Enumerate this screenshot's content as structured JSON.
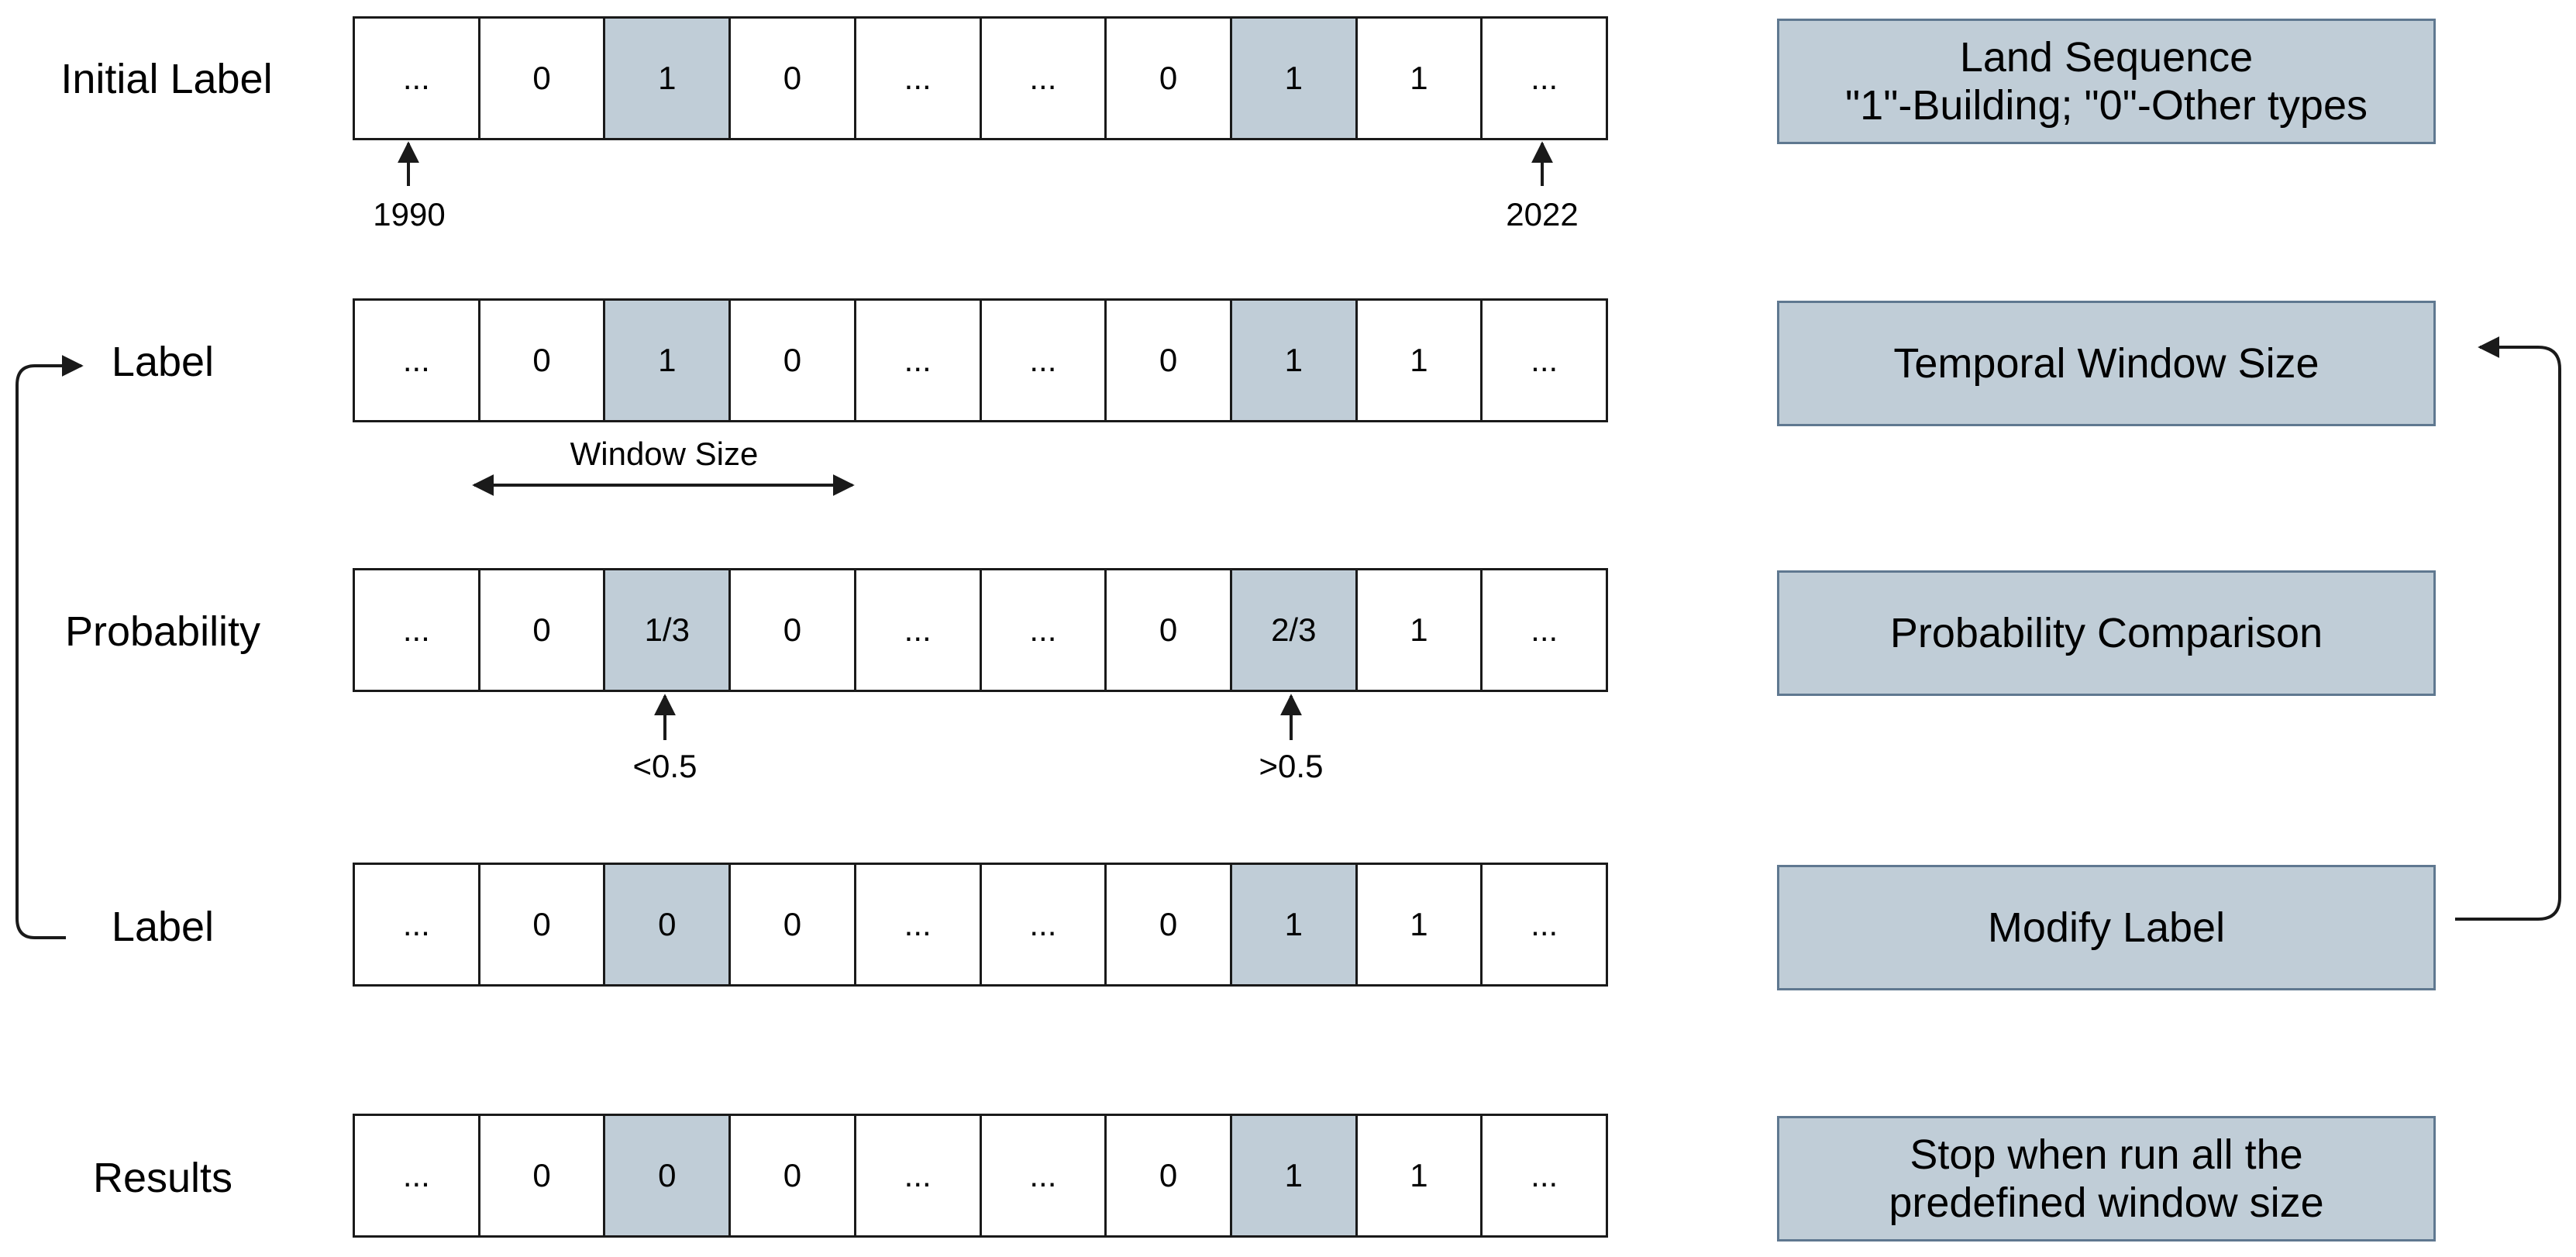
{
  "rows": [
    {
      "label": "Initial Label",
      "cells": [
        "...",
        "0",
        "1",
        "0",
        "...",
        "...",
        "0",
        "1",
        "1",
        "..."
      ]
    },
    {
      "label": "Label",
      "cells": [
        "...",
        "0",
        "1",
        "0",
        "...",
        "...",
        "0",
        "1",
        "1",
        "..."
      ]
    },
    {
      "label": "Probability",
      "cells": [
        "...",
        "0",
        "1/3",
        "0",
        "...",
        "...",
        "0",
        "2/3",
        "1",
        "..."
      ]
    },
    {
      "label": "Label",
      "cells": [
        "...",
        "0",
        "0",
        "0",
        "...",
        "...",
        "0",
        "1",
        "1",
        "..."
      ]
    },
    {
      "label": "Results",
      "cells": [
        "...",
        "0",
        "0",
        "0",
        "...",
        "...",
        "0",
        "1",
        "1",
        "..."
      ]
    }
  ],
  "highlight_cell_indices": [
    2,
    7
  ],
  "annotations": {
    "start_year": "1990",
    "end_year": "2022",
    "window_size": "Window Size",
    "less_than": "<0.5",
    "greater_than": ">0.5"
  },
  "side_boxes": [
    {
      "lines": [
        "Land Sequence",
        "\"1\"-Building; \"0\"-Other types"
      ]
    },
    {
      "lines": [
        "Temporal Window Size"
      ]
    },
    {
      "lines": [
        "Probability Comparison"
      ]
    },
    {
      "lines": [
        "Modify Label"
      ]
    },
    {
      "lines": [
        "Stop when run all the",
        "predefined window size"
      ]
    }
  ],
  "colors": {
    "highlight": "#c0cdd7",
    "box_border": "#5f7890",
    "line": "#1a1a1a"
  }
}
